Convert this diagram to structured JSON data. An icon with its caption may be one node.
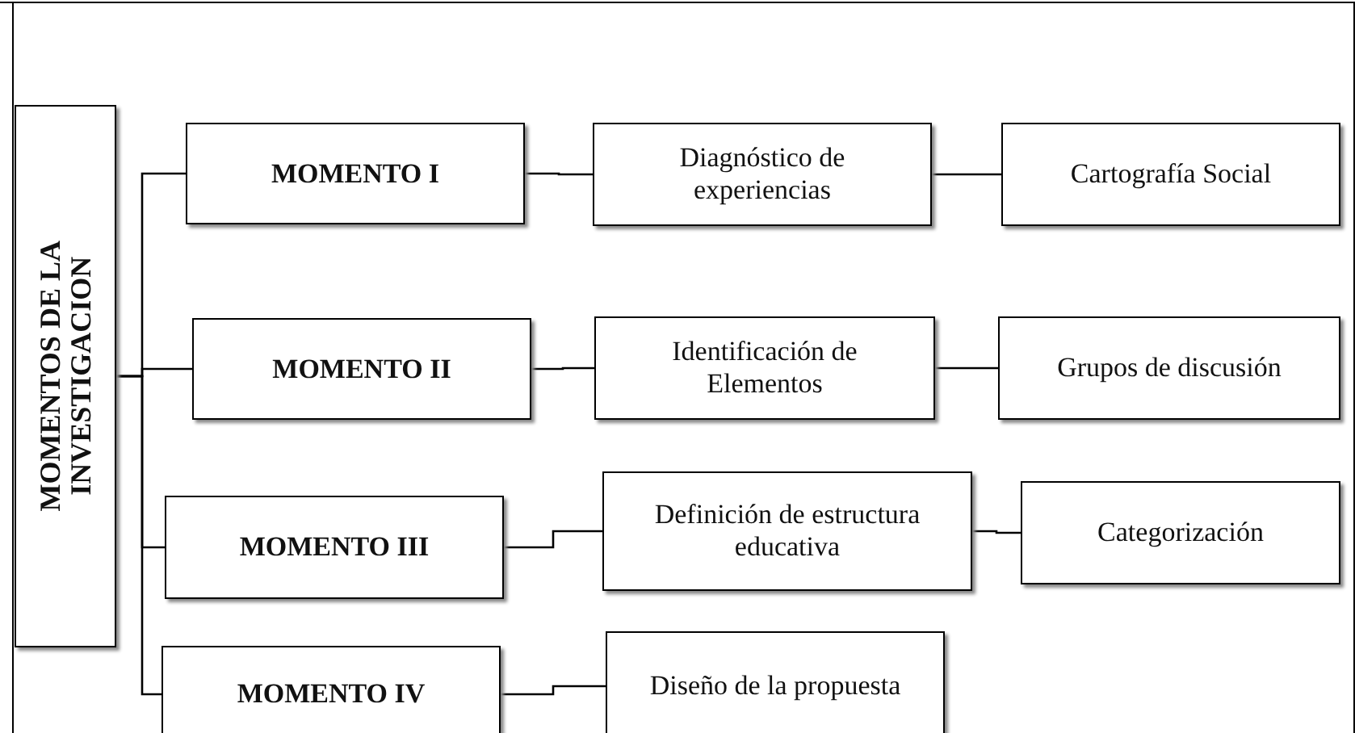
{
  "diagram": {
    "nodes": [
      {
        "text": [
          "MOMENTOS DE LA INVESTIGACION"
        ]
      },
      {
        "text": [
          "MOMENTO I"
        ]
      },
      {
        "text": [
          "Diagnóstico de experiencias"
        ]
      },
      {
        "text": [
          "Cartografía Social"
        ]
      },
      {
        "text": [
          "MOMENTO II"
        ]
      },
      {
        "text": [
          "Identificación de Elementos"
        ]
      },
      {
        "text": [
          "Grupos de discusión"
        ]
      },
      {
        "text": [
          "MOMENTO III"
        ]
      },
      {
        "text": [
          "Definición de estructura educativa"
        ]
      },
      {
        "text": [
          "Categorización"
        ]
      },
      {
        "text": [
          "MOMENTO IV"
        ]
      },
      {
        "text": [
          "Diseño de la propuesta"
        ]
      }
    ],
    "edges": [
      {
        "from": 0,
        "to": 1,
        "arrow": "none"
      },
      {
        "from": 0,
        "to": 4,
        "arrow": "none"
      },
      {
        "from": 0,
        "to": 7,
        "arrow": "none"
      },
      {
        "from": 0,
        "to": 10,
        "arrow": "none"
      },
      {
        "from": 1,
        "to": 2,
        "arrow": "none"
      },
      {
        "from": 2,
        "to": 3,
        "arrow": "none"
      },
      {
        "from": 4,
        "to": 5,
        "arrow": "none"
      },
      {
        "from": 5,
        "to": 6,
        "arrow": "none"
      },
      {
        "from": 7,
        "to": 8,
        "arrow": "none"
      },
      {
        "from": 8,
        "to": 9,
        "arrow": "none"
      },
      {
        "from": 10,
        "to": 11,
        "arrow": "none"
      }
    ]
  }
}
